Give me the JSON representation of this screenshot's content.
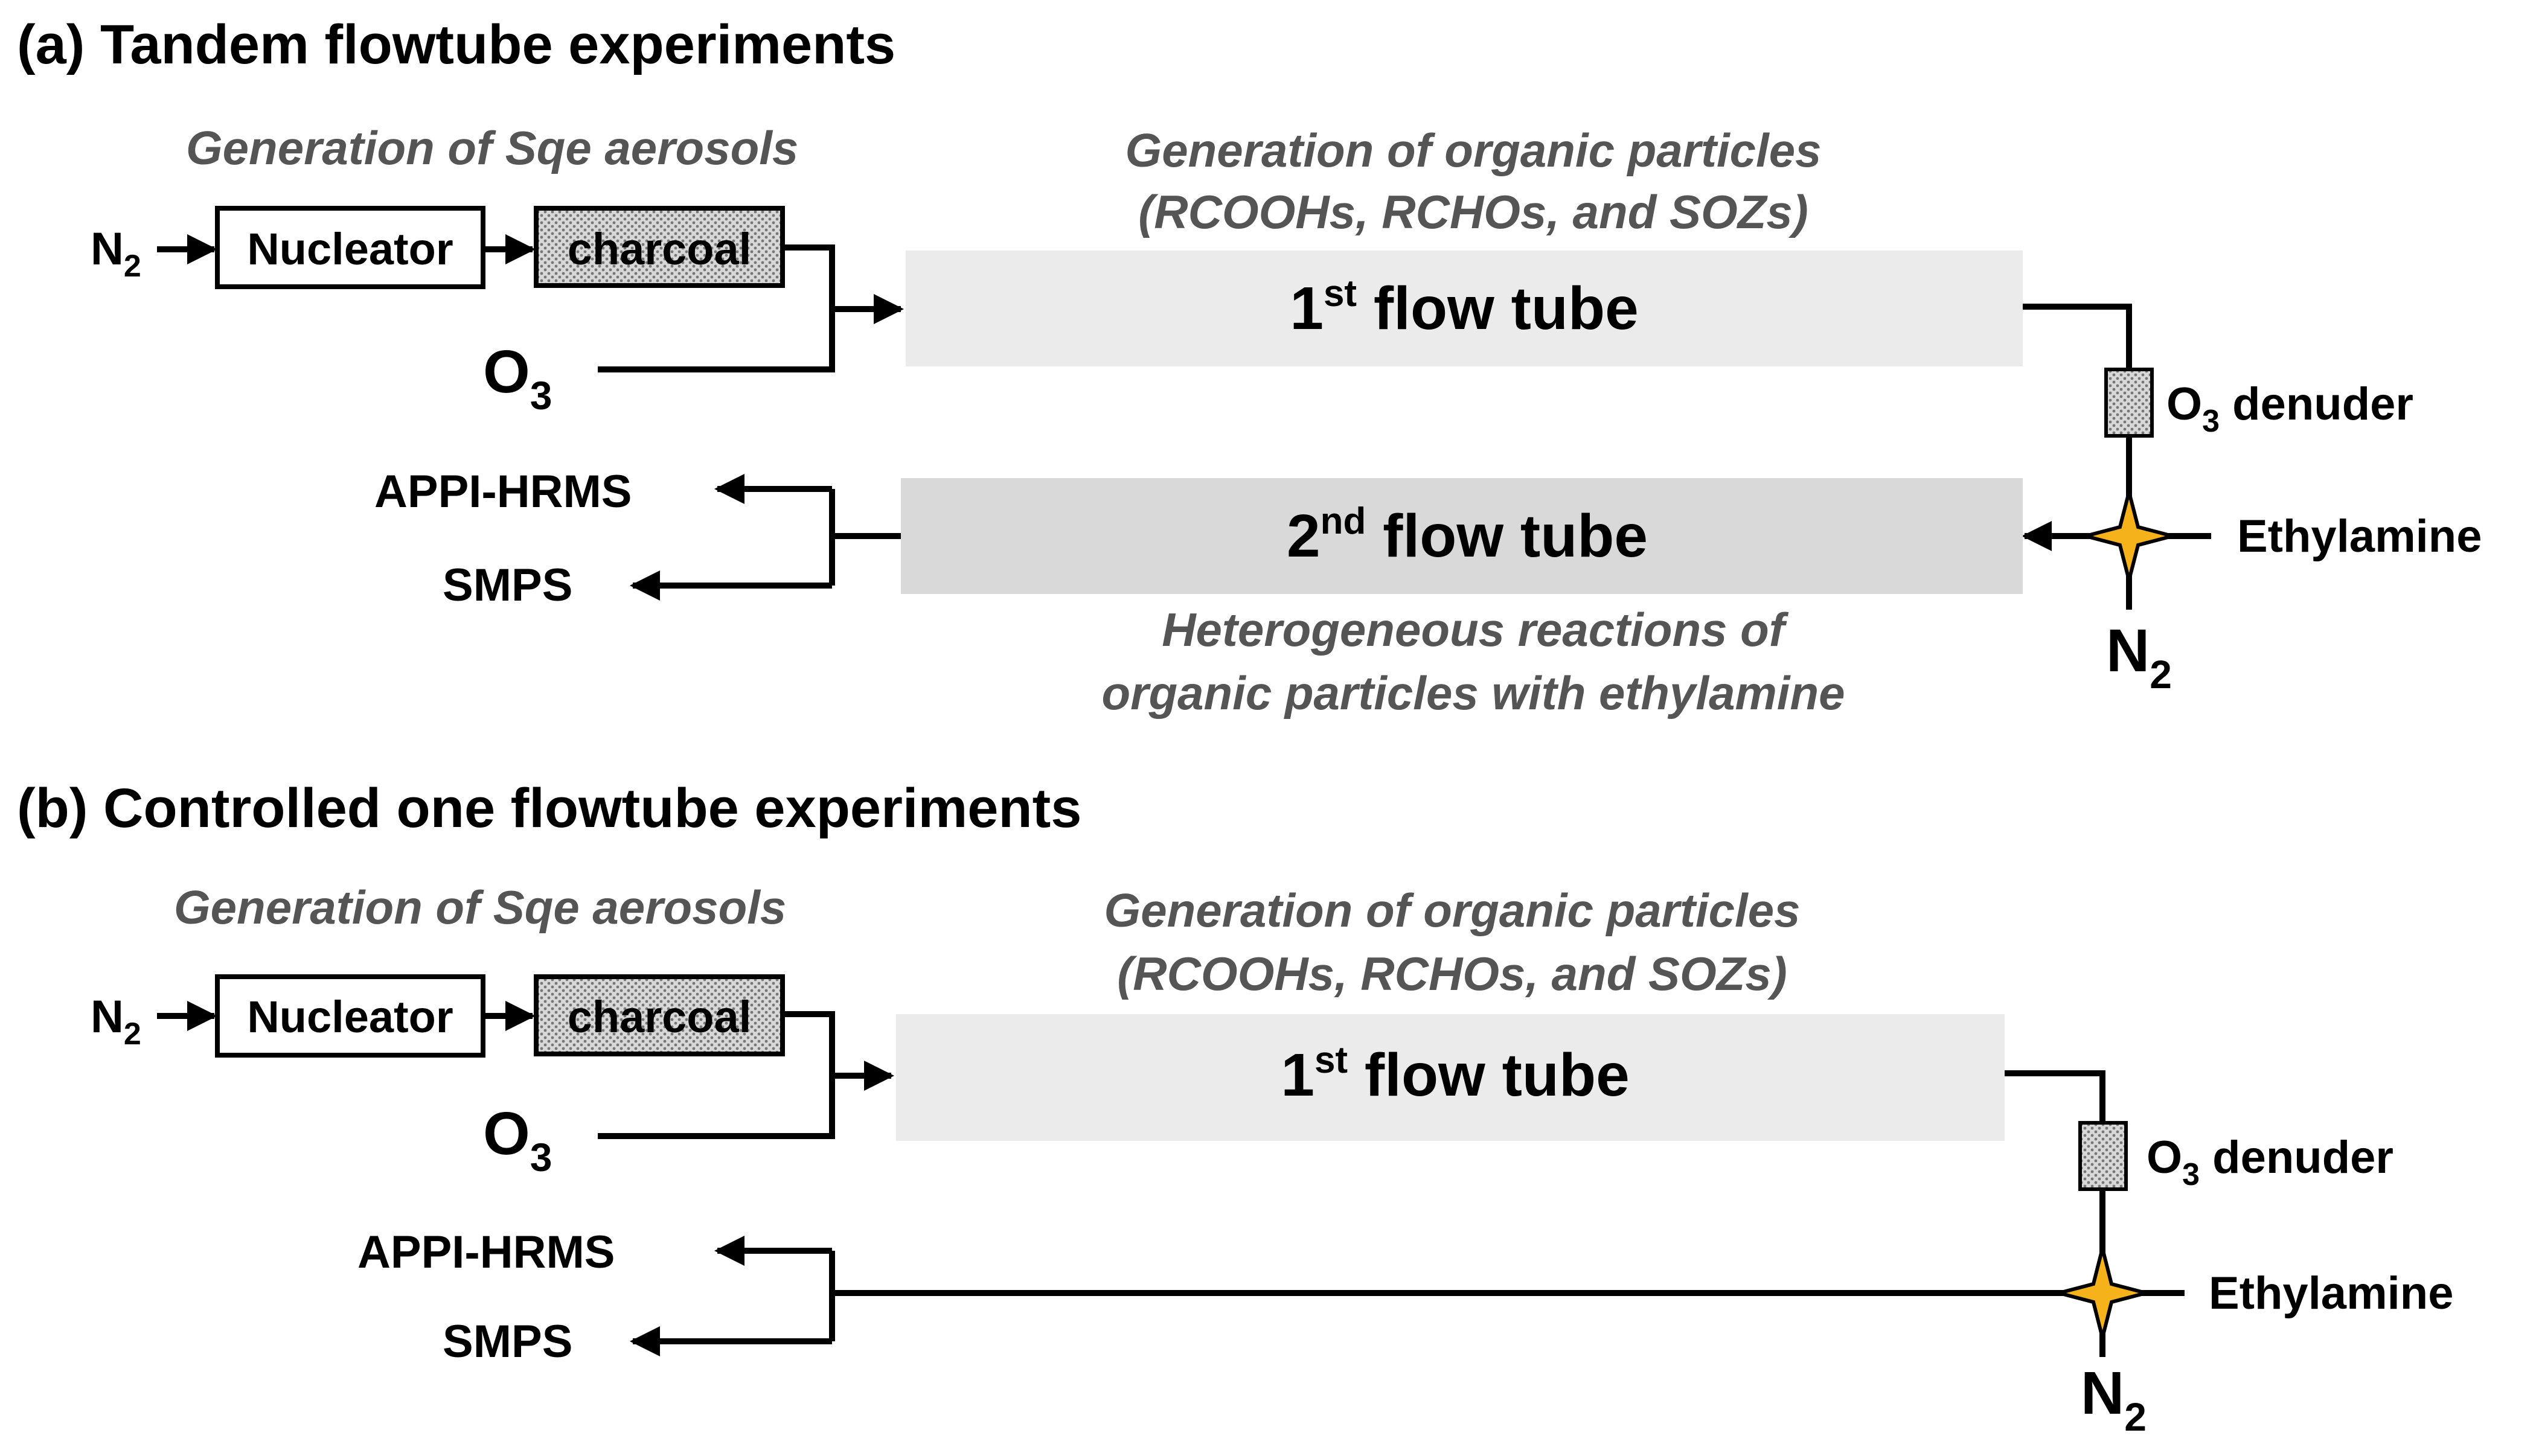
{
  "panel_a": {
    "title": "(a) Tandem flowtube experiments",
    "sqe_caption": "Generation of Sqe aerosols",
    "organic_caption_1": "Generation of organic particles",
    "organic_caption_2": "(RCOOHs, RCHOs, and SOZs)",
    "n2_inlet": {
      "base": "N",
      "sub": "2"
    },
    "nucleator": "Nucleator",
    "charcoal": "charcoal",
    "o3_inlet": {
      "base": "O",
      "sub": "3"
    },
    "tube1": {
      "num": "1",
      "sup": "st",
      "rest": " flow tube"
    },
    "tube2": {
      "num": "2",
      "sup": "nd",
      "rest": " flow tube"
    },
    "denuder": {
      "base": "O",
      "sub": "3",
      "rest": " denuder"
    },
    "ethylamine": "Ethylamine",
    "n2_bottom": {
      "base": "N",
      "sub": "2"
    },
    "appi": "APPI-HRMS",
    "smps": "SMPS",
    "hetero_caption_1": "Heterogeneous reactions of",
    "hetero_caption_2": "organic particles with ethylamine"
  },
  "panel_b": {
    "title": "(b) Controlled one flowtube experiments",
    "sqe_caption": "Generation of Sqe aerosols",
    "organic_caption_1": "Generation of organic particles",
    "organic_caption_2": "(RCOOHs, RCHOs, and SOZs)",
    "n2_inlet": {
      "base": "N",
      "sub": "2"
    },
    "nucleator": "Nucleator",
    "charcoal": "charcoal",
    "o3_inlet": {
      "base": "O",
      "sub": "3"
    },
    "tube1": {
      "num": "1",
      "sup": "st",
      "rest": " flow tube"
    },
    "denuder": {
      "base": "O",
      "sub": "3",
      "rest": " denuder"
    },
    "ethylamine": "Ethylamine",
    "n2_bottom": {
      "base": "N",
      "sub": "2"
    },
    "appi": "APPI-HRMS",
    "smps": "SMPS"
  },
  "colors": {
    "tube1_fill": "#ebebeb",
    "tube2_fill": "#d9d9d9",
    "caption_text": "#555555",
    "mixer_star": "#f5b21a",
    "charcoal_fill": "#cccccc"
  }
}
